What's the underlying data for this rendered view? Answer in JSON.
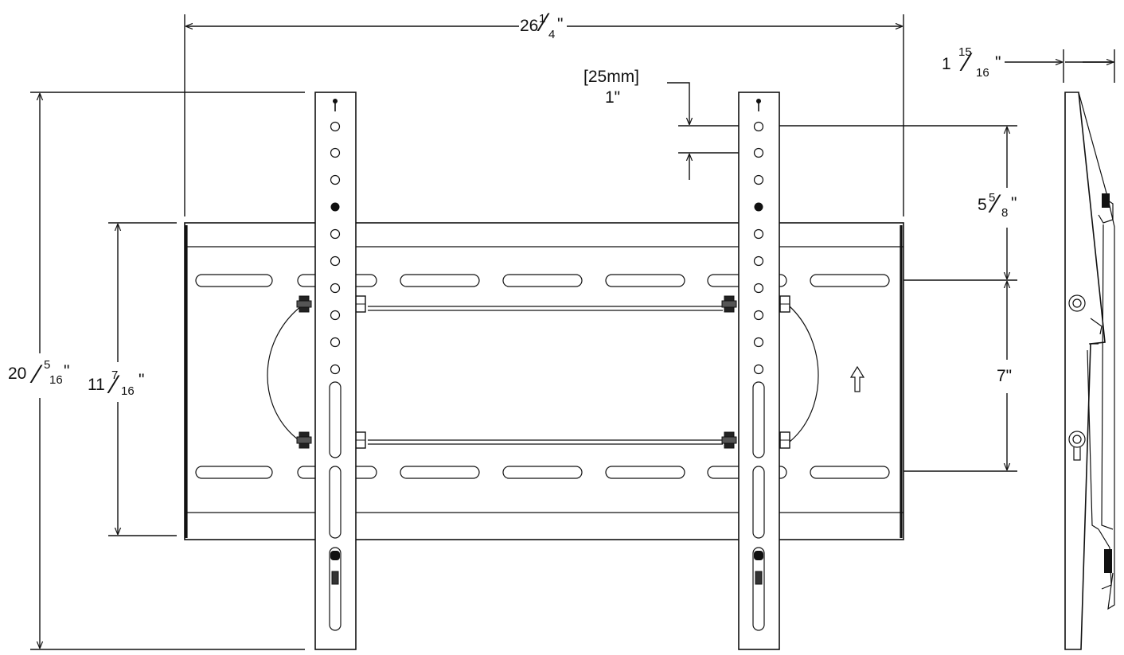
{
  "dimensions": {
    "overall_width": {
      "whole": "26",
      "num": "1",
      "den": "4",
      "unit": "\""
    },
    "overall_height": {
      "whole": "20",
      "num": "5",
      "den": "16",
      "unit": "\""
    },
    "plate_height": {
      "whole": "11",
      "num": "7",
      "den": "16",
      "unit": "\""
    },
    "depth": {
      "whole": "1",
      "num": "15",
      "den": "16",
      "unit": "\""
    },
    "hole_pitch": {
      "metric": "[25mm]",
      "imperial": "1\""
    },
    "upper_span": {
      "whole": "5",
      "num": "5",
      "den": "8",
      "unit": "\""
    },
    "slot_spacing": {
      "value": "7\""
    }
  },
  "icons": {
    "up_arrow": "up-arrow-icon",
    "bolt": "bolt-icon"
  }
}
